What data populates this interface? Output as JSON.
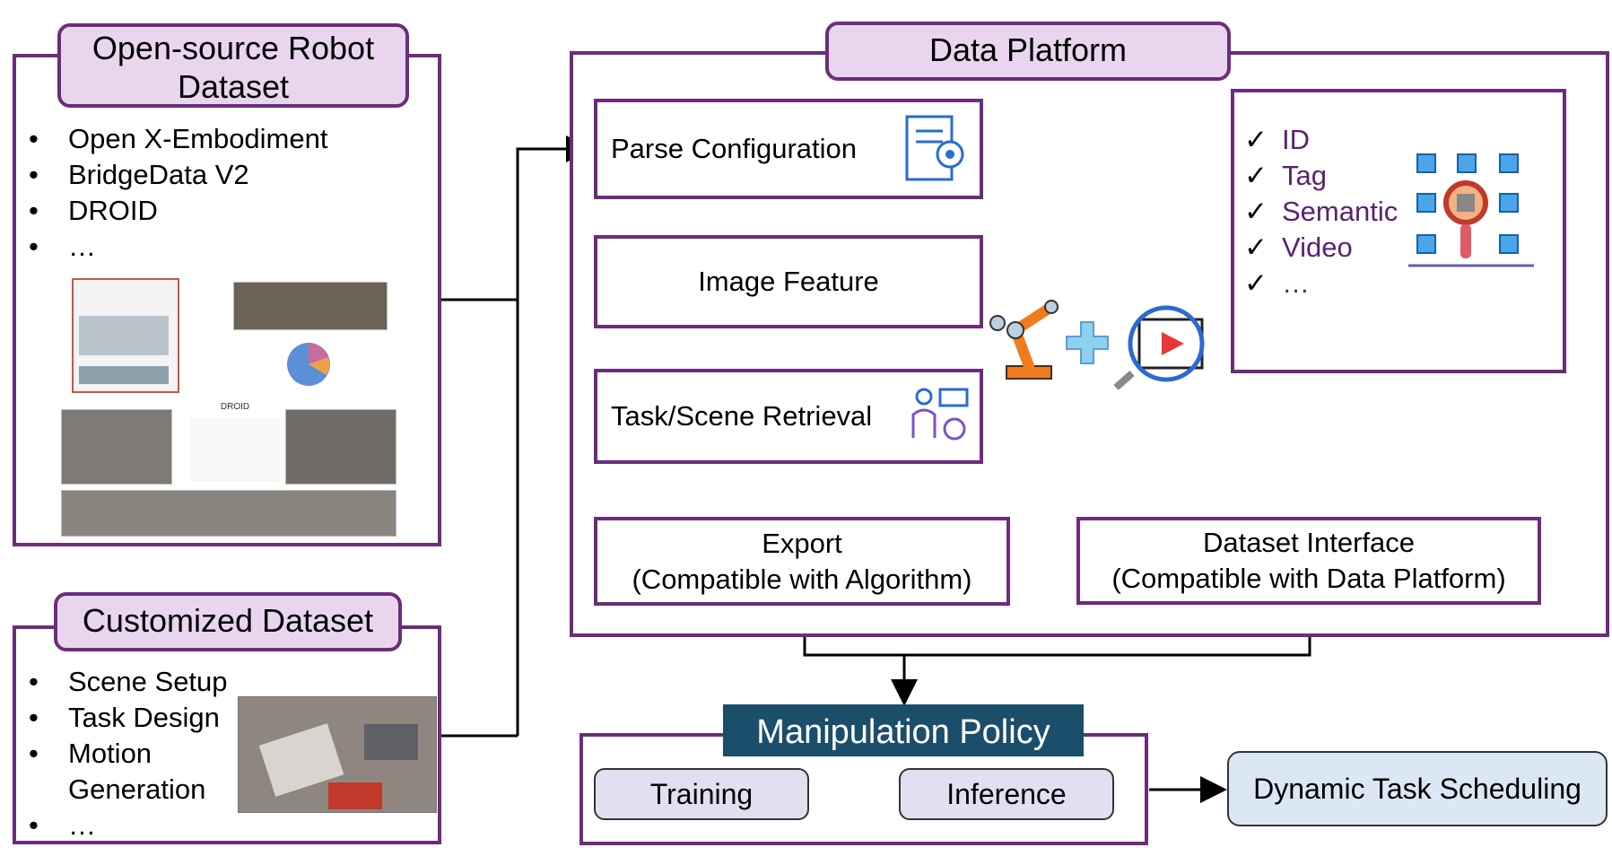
{
  "open_source": {
    "title": "Open-source Robot Dataset",
    "items": [
      "Open X-Embodiment",
      "BridgeData V2",
      "DROID",
      "…"
    ],
    "collage_title": "DROID"
  },
  "customized": {
    "title": "Customized Dataset",
    "items": [
      "Scene Setup",
      "Task Design",
      "Motion Generation",
      "…"
    ]
  },
  "platform": {
    "title": "Data Platform",
    "parse": "Parse Configuration",
    "image_feature": "Image Feature",
    "retrieval": "Task/Scene Retrieval",
    "export_line1": "Export",
    "export_line2": "(Compatible  with  Algorithm)",
    "iface_line1": "Dataset Interface",
    "iface_line2": "(Compatible  with  Data Platform)",
    "checks": [
      "ID",
      "Tag",
      "Semantic",
      "Video",
      "…"
    ]
  },
  "policy": {
    "title": "Manipulation Policy",
    "training": "Training",
    "inference": "Inference"
  },
  "scheduling": "Dynamic Task Scheduling",
  "colors": {
    "purple_border": "#6c2d7a",
    "tab_fill": "#e9d6ee",
    "policy_header": "#1b4e6b",
    "scheduling_fill": "#dce7f5",
    "pill_fill": "#e3def0"
  }
}
